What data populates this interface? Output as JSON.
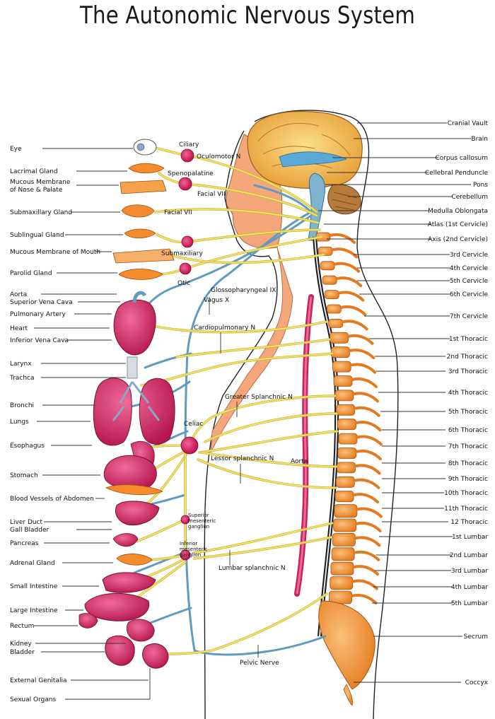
{
  "title": "The Autonomic Nervous System",
  "colors": {
    "nerve": "#f3e26a",
    "nerve_outline": "#c9b12c",
    "vagus": "#5f9bbf",
    "bone": "#f19a3c",
    "organ": "#d62b6a",
    "brain": "#f2c15a",
    "skin": "#f7b487",
    "ganglion": "#d81e5b"
  },
  "left_labels": [
    {
      "text": "Eye"
    },
    {
      "text": "Lacrimal Gland"
    },
    {
      "text": "Mucous Membrane"
    },
    {
      "text": "of Nose & Palate"
    },
    {
      "text": "Submaxillary Gland"
    },
    {
      "text": "Sublingual Gland"
    },
    {
      "text": "Mucous Membrane of Mouth"
    },
    {
      "text": "Parolid Gland"
    },
    {
      "text": "Aorta"
    },
    {
      "text": "Superior Vena Cava"
    },
    {
      "text": "Pulmonary Artery"
    },
    {
      "text": "Heart"
    },
    {
      "text": "Inferior Vena Cava"
    },
    {
      "text": "Larynx"
    },
    {
      "text": "Trachca"
    },
    {
      "text": "Bronchi"
    },
    {
      "text": "Lungs"
    },
    {
      "text": "Esophagus"
    },
    {
      "text": "Stomach"
    },
    {
      "text": "Blood Vessels of Abdomen"
    },
    {
      "text": "Liver Duct"
    },
    {
      "text": "Gall Bladder"
    },
    {
      "text": "Pancreas"
    },
    {
      "text": "Adrenal Gland"
    },
    {
      "text": "Small Intestine"
    },
    {
      "text": "Large Intestine"
    },
    {
      "text": "Rectum"
    },
    {
      "text": "Kidney"
    },
    {
      "text": "Bladder"
    },
    {
      "text": "External Genitalia"
    },
    {
      "text": "Sexual Organs"
    }
  ],
  "right_labels": [
    {
      "text": "Cranial Vault"
    },
    {
      "text": "Brain"
    },
    {
      "text": "Corpus callosum"
    },
    {
      "text": "Cellebral Penduncle"
    },
    {
      "text": "Pons"
    },
    {
      "text": "Cerebellum"
    },
    {
      "text": "Medulla Oblongata"
    },
    {
      "text": "Atlas (1st Cervicle)"
    },
    {
      "text": "Axis (2nd Cervicle)"
    },
    {
      "text": "3rd Cervicle"
    },
    {
      "text": "4th Cervicle"
    },
    {
      "text": "5th Cervicle"
    },
    {
      "text": "6th Cervicle"
    },
    {
      "text": "7th Cervicle"
    },
    {
      "text": "1st Thoracic"
    },
    {
      "text": "2nd Thoracic"
    },
    {
      "text": "3rd Thoracic"
    },
    {
      "text": "4th Thoracic"
    },
    {
      "text": "5th Thoracic"
    },
    {
      "text": "6th Thoracic"
    },
    {
      "text": "7th Thoracic"
    },
    {
      "text": "8th Thoracic"
    },
    {
      "text": "9th Thoracic"
    },
    {
      "text": "10th Thoracic"
    },
    {
      "text": "11th Thoracic"
    },
    {
      "text": "12 Thoracic"
    },
    {
      "text": "1st Lumbar"
    },
    {
      "text": "2nd Lumbar"
    },
    {
      "text": "3rd Lumbar"
    },
    {
      "text": "4th Lumbar"
    },
    {
      "text": "5th Lumbar"
    },
    {
      "text": "Secrum"
    },
    {
      "text": "Coccyx"
    }
  ],
  "inner_labels": [
    {
      "text": "Ciliary"
    },
    {
      "text": "Oculomotor N"
    },
    {
      "text": "Spenopalatine"
    },
    {
      "text": "Facial VII"
    },
    {
      "text": "Facial VII"
    },
    {
      "text": "Submaxiliary"
    },
    {
      "text": "Otic"
    },
    {
      "text": "Glossopharyngeal IX"
    },
    {
      "text": "Vagus X"
    },
    {
      "text": "Cardiopulmonary N"
    },
    {
      "text": "Greater Splanchnic N"
    },
    {
      "text": "Celiac"
    },
    {
      "text": "Lessor splanchnic N"
    },
    {
      "text": "Aorta"
    },
    {
      "text": "Lumbar splanchnic N"
    },
    {
      "text": "Pelvic Nerve"
    }
  ],
  "small_labels": [
    {
      "text": "Superior"
    },
    {
      "text": "mesenteric"
    },
    {
      "text": "ganglion"
    },
    {
      "text": "Inferior"
    },
    {
      "text": "mesenteric"
    },
    {
      "text": "ganglion"
    }
  ]
}
